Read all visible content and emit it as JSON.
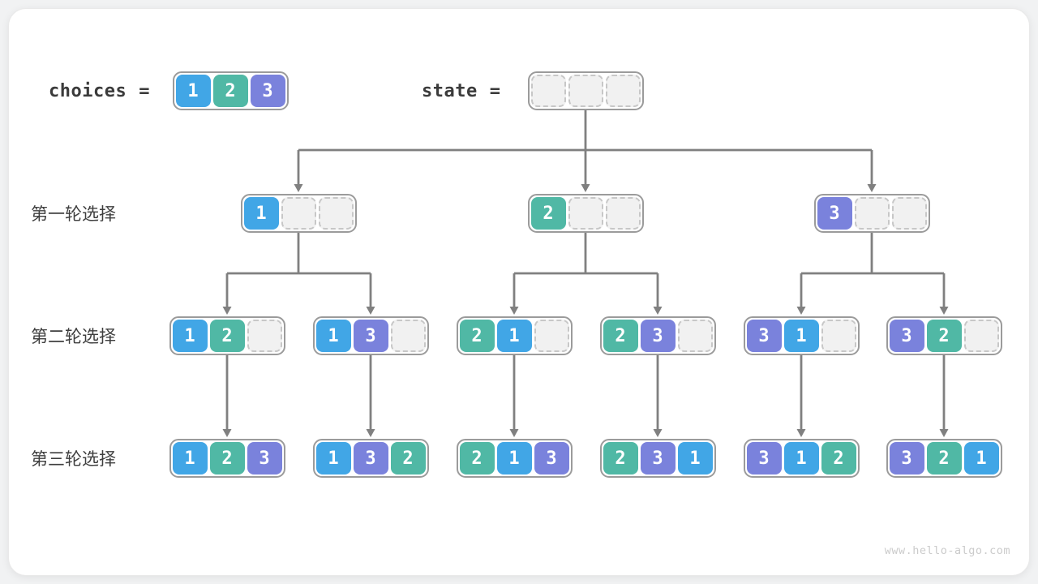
{
  "header": {
    "choices_label": "choices",
    "equals": "=",
    "state_label": "state",
    "choices_values": [
      1,
      2,
      3
    ],
    "state_values": [
      null,
      null,
      null
    ]
  },
  "colors": {
    "1": "#41a6e6",
    "2": "#50b8a5",
    "3": "#7a82dc",
    "empty_fill": "#f1f1f1",
    "box_border": "#9b9b9b",
    "line": "#808080",
    "text": "#3e3e3e"
  },
  "rows": [
    {
      "label": "第一轮选择",
      "nodes": [
        [
          1,
          null,
          null
        ],
        [
          2,
          null,
          null
        ],
        [
          3,
          null,
          null
        ]
      ]
    },
    {
      "label": "第二轮选择",
      "nodes": [
        [
          1,
          2,
          null
        ],
        [
          1,
          3,
          null
        ],
        [
          2,
          1,
          null
        ],
        [
          2,
          3,
          null
        ],
        [
          3,
          1,
          null
        ],
        [
          3,
          2,
          null
        ]
      ]
    },
    {
      "label": "第三轮选择",
      "nodes": [
        [
          1,
          2,
          3
        ],
        [
          1,
          3,
          2
        ],
        [
          2,
          1,
          3
        ],
        [
          2,
          3,
          1
        ],
        [
          3,
          1,
          2
        ],
        [
          3,
          2,
          1
        ]
      ]
    }
  ],
  "watermark": "www.hello-algo.com"
}
